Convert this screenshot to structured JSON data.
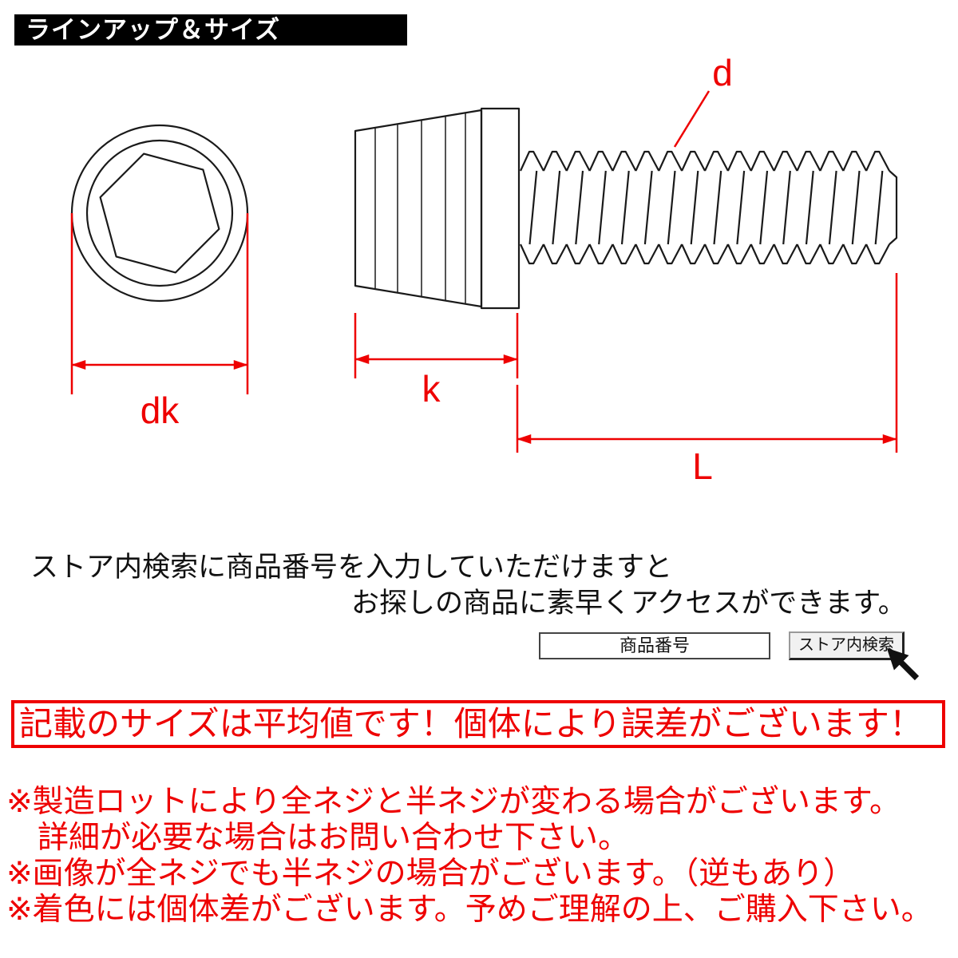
{
  "colors": {
    "accent_red": "#ee0000",
    "banner_bg": "#000000",
    "banner_text": "#ffffff",
    "line_black": "#1a1a1a"
  },
  "banner": {
    "title": "ラインアップ＆サイズ"
  },
  "diagram": {
    "labels": {
      "d": "d",
      "dk": "dk",
      "k": "k",
      "L": "L"
    }
  },
  "search": {
    "info_line1": "ストア内検索に商品番号を入力していただけますと",
    "info_line2": "お探しの商品に素早くアクセスができます。",
    "input_label": "商品番号",
    "button_label": "ストア内検索"
  },
  "notice": {
    "boxed_text": "記載のサイズは平均値です！個体により誤差がございます！",
    "notes": [
      "※製造ロットにより全ネジと半ネジが変わる場合がございます。",
      "　詳細が必要な場合はお問い合わせ下さい。",
      "※画像が全ネジでも半ネジの場合がございます。（逆もあり）",
      "※着色には個体差がございます。予めご理解の上、ご購入下さい。"
    ]
  }
}
